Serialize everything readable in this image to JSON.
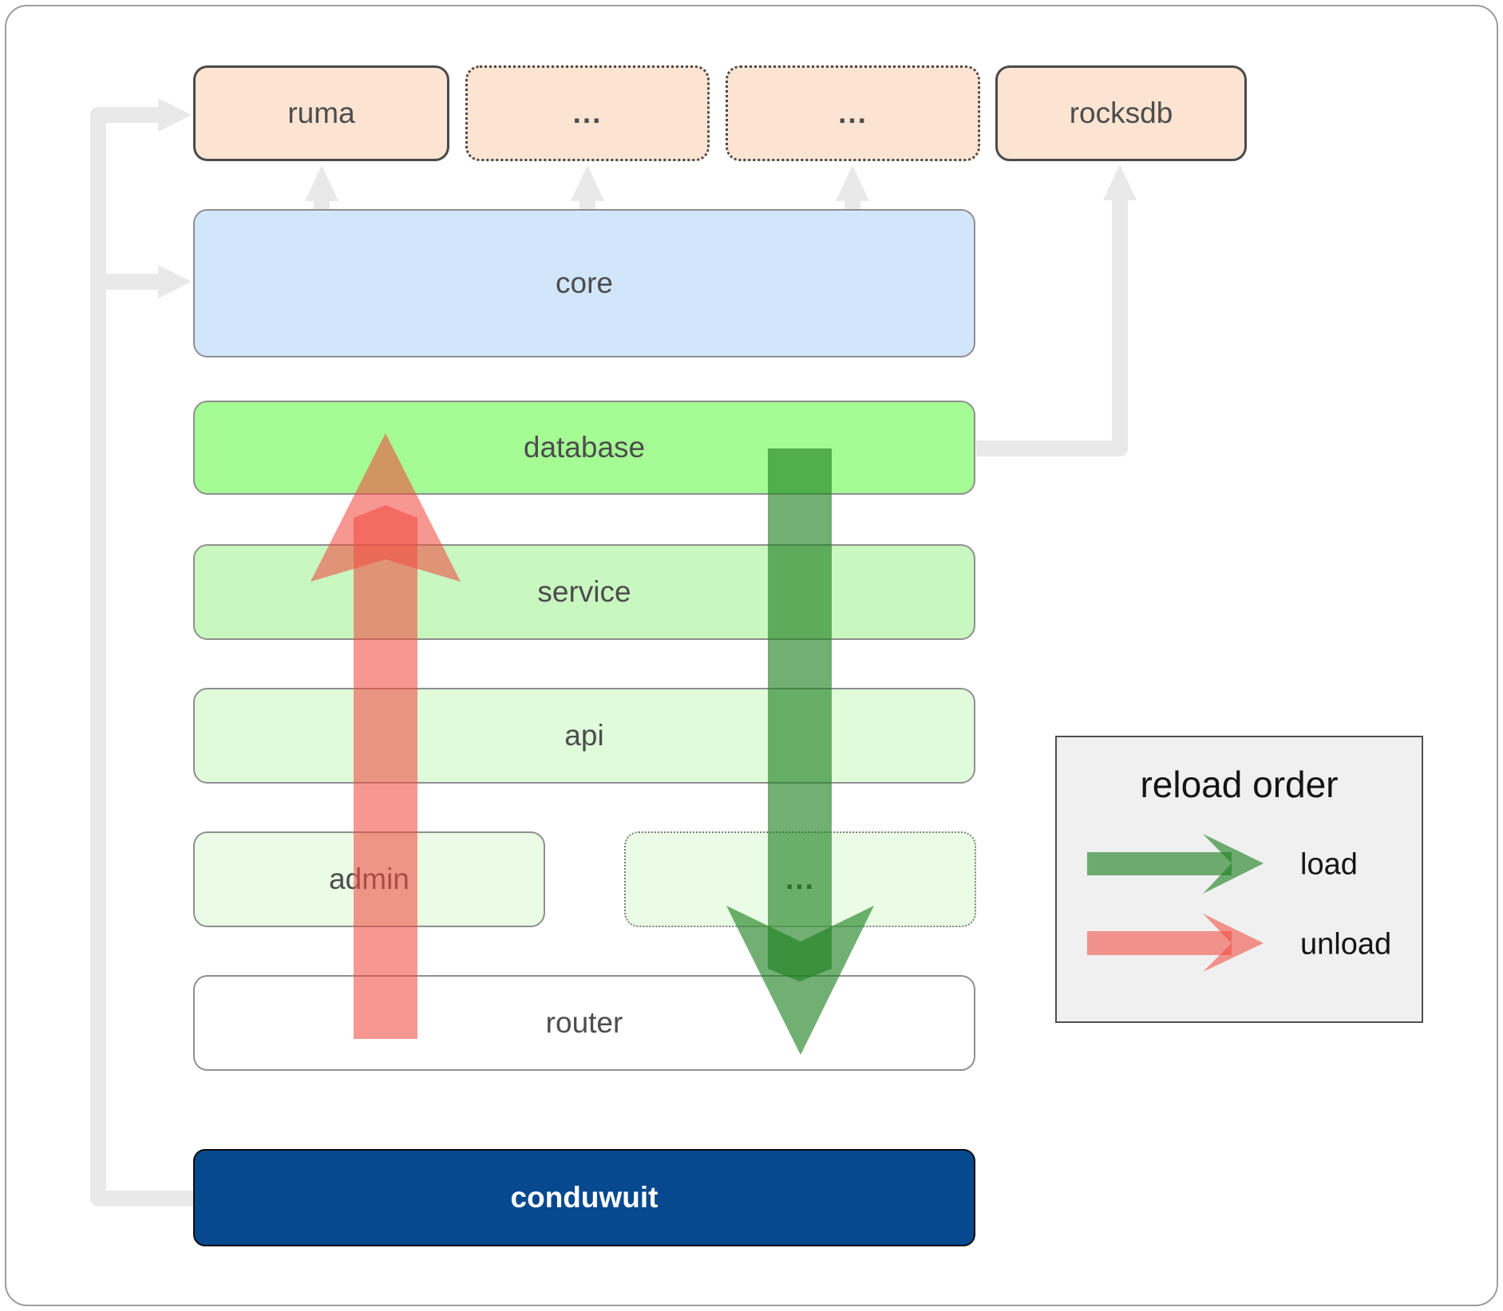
{
  "labels": {
    "ruma": "ruma",
    "crates_more_1": "...",
    "crates_more_2": "...",
    "rocksdb": "rocksdb",
    "core": "core",
    "database": "database",
    "service": "service",
    "api": "api",
    "admin": "admin",
    "services_more": "...",
    "router": "router",
    "conduwuit": "conduwuit"
  },
  "legend": {
    "title": "reload order",
    "load": "load",
    "unload": "unload"
  },
  "colors": {
    "box_peach": "#fce4d2",
    "box_blue": "#d2e6fa",
    "box_green_bright": "#a5fb94",
    "box_green_light": "#c9f7c0",
    "box_green_lighter": "#e0fbda",
    "box_green_faint": "#eafce5",
    "box_white": "#ffffff",
    "box_navy": "#07498f",
    "border_dark": "#4a4a4a",
    "border_gray": "#8f8f8f",
    "connector_gray": "#e9e9e9",
    "arrow_green": "#1e8021",
    "arrow_red": "#f24b41",
    "legend_bg": "#f0f0f0",
    "text_dark": "#4d4d4d",
    "text_white": "#ffffff",
    "legend_text": "#141414"
  }
}
